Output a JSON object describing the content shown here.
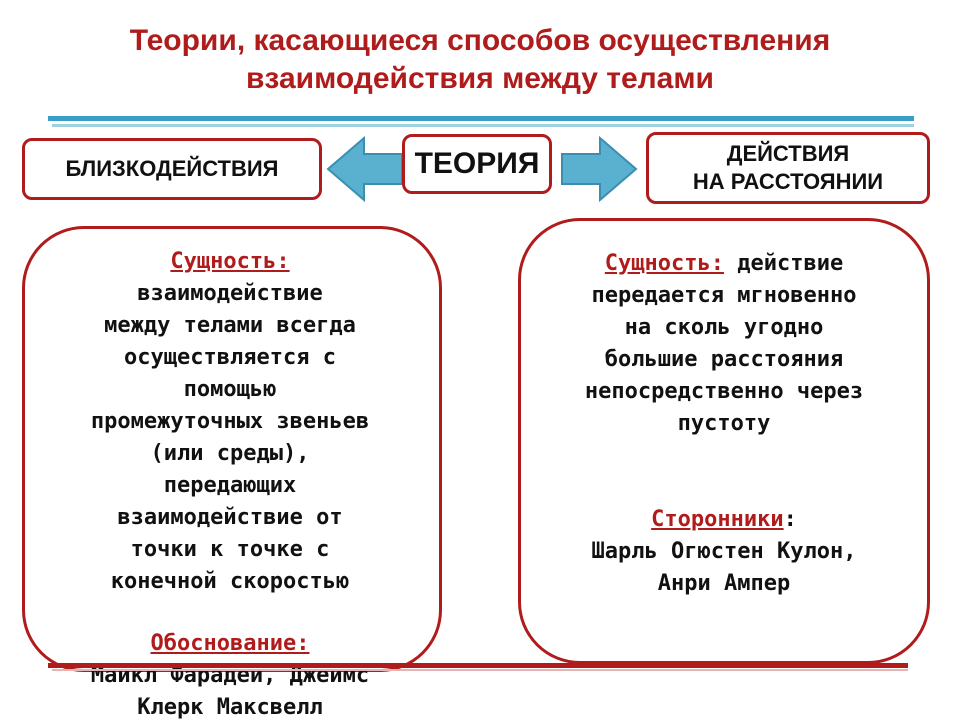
{
  "title": {
    "line1": "Теории, касающиеся способов осуществления",
    "line2": "взаимодействия  между телами"
  },
  "diagram": {
    "center_label": "ТЕОРИЯ",
    "left_label": "БЛИЗКОДЕЙСТВИЯ",
    "right_label_line1": "ДЕЙСТВИЯ",
    "right_label_line2": "НА   РАССТОЯНИИ"
  },
  "left_panel": {
    "essence_heading": "Сущность:",
    "essence_lines": [
      "взаимодействие",
      "между телами всегда",
      "осуществляется  с",
      "помощью",
      "промежуточных звеньев",
      "(или среды),",
      "передающих",
      "взаимодействие от",
      "точки к точке с",
      "конечной скоростью"
    ],
    "basis_heading": "Обоснование:",
    "basis_lines": [
      "Майкл Фарадей, Джеймс",
      "Клерк Максвелл"
    ]
  },
  "right_panel": {
    "essence_heading": "Сущность:",
    "essence_first": " действие",
    "essence_lines": [
      "передается мгновенно",
      "на сколь угодно",
      "большие расстояния",
      "непосредственно через",
      "пустоту"
    ],
    "supporters_heading": "Сторонники",
    "supporters_colon": ":",
    "supporters_lines": [
      "Шарль Огюстен Кулон,",
      "Анри Ампер"
    ]
  },
  "colors": {
    "accent_red": "#b01c1c",
    "rule_blue": "#3a9fc6",
    "arrow_fill": "#5ab0cf"
  }
}
